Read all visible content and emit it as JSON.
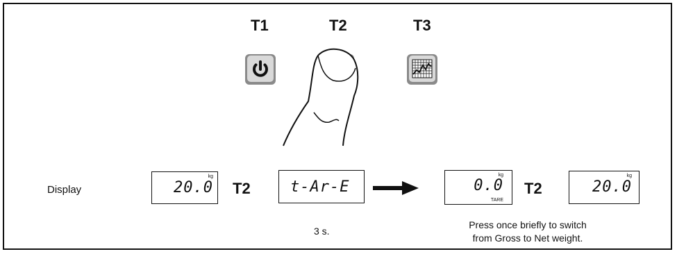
{
  "keys": [
    {
      "label": "T1",
      "icon": "power-icon"
    },
    {
      "label": "T2",
      "icon": "tare-icon"
    },
    {
      "label": "T3",
      "icon": "graph-icon"
    }
  ],
  "display_row": {
    "label": "Display",
    "display1": {
      "value": "20.0",
      "unit": "kg"
    },
    "key_between_1": "T2",
    "display2": {
      "value": "t-Ar-E"
    },
    "display2_note": "3 s.",
    "arrow_icon": "right-arrow-icon",
    "display3": {
      "value": "0.0",
      "unit": "kg",
      "tare_label": "TARE"
    },
    "key_between_2": "T2",
    "display4": {
      "value": "20.0",
      "unit": "kg"
    },
    "note_line1": "Press once briefly to switch",
    "note_line2": "from Gross to Net weight."
  },
  "hand_icon": "finger-press-icon",
  "colors": {
    "ink": "#111111",
    "button_face": "#d9d9d9",
    "button_edge": "#8a8a8a"
  }
}
